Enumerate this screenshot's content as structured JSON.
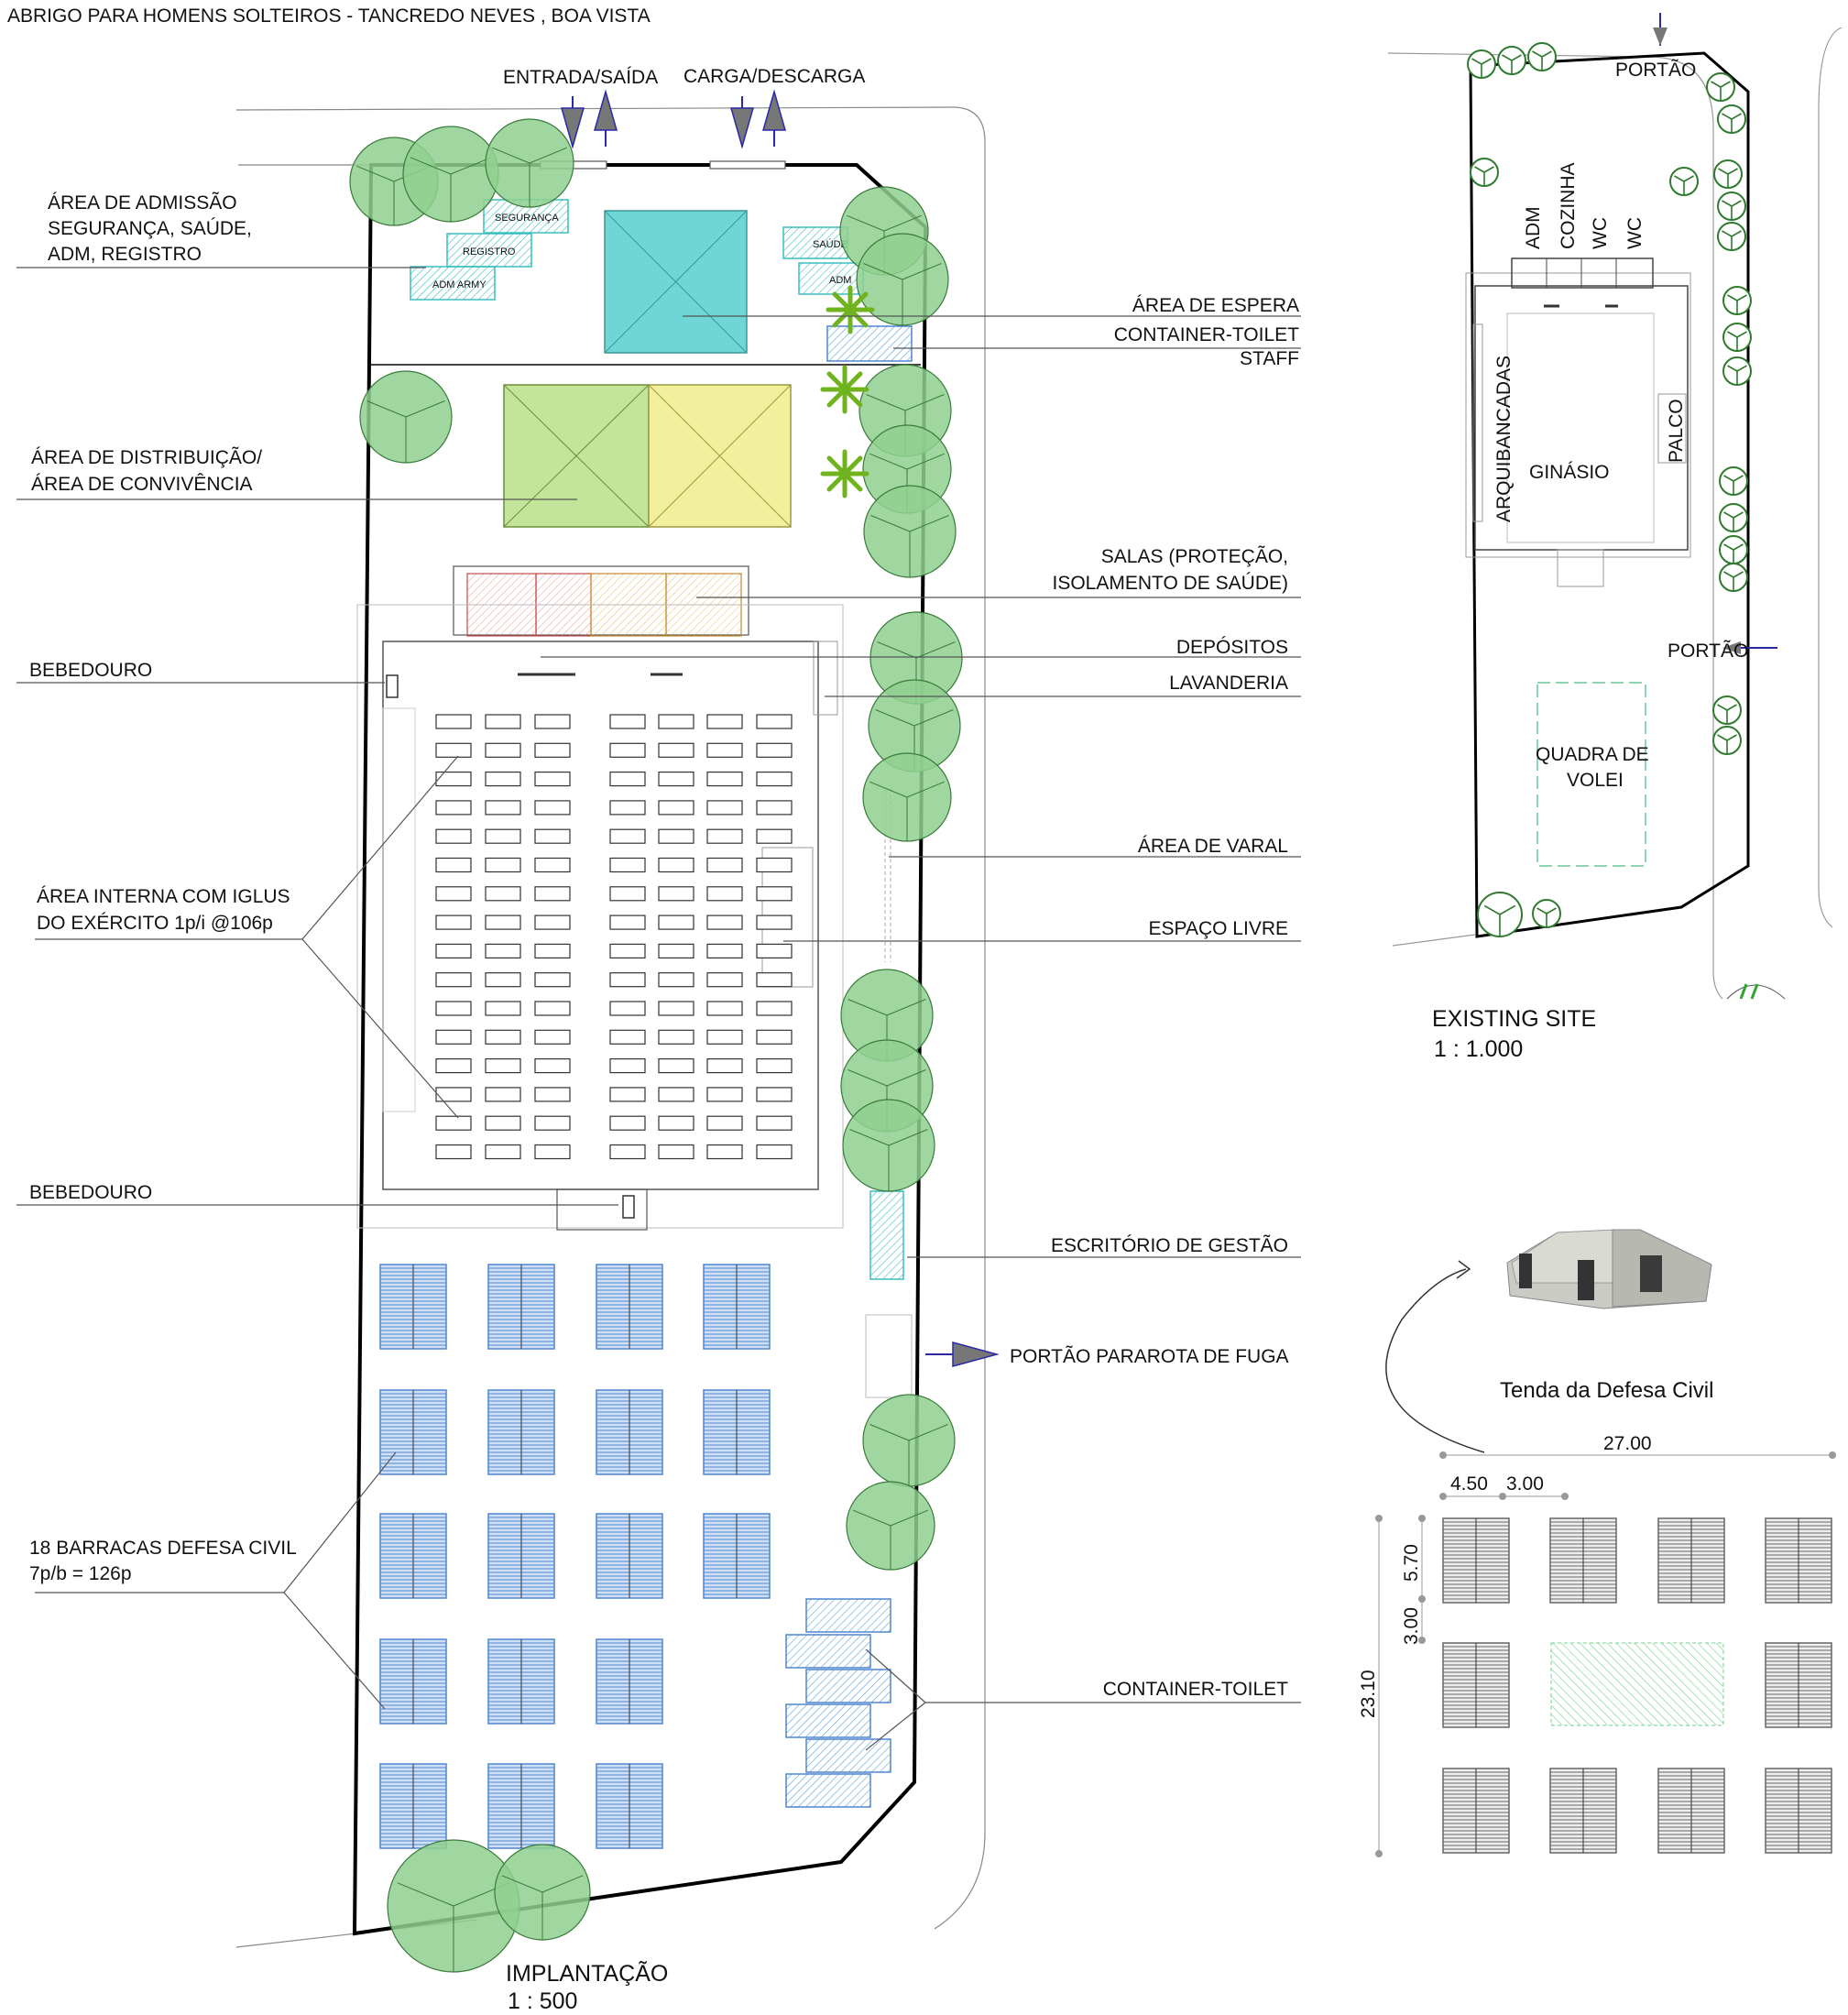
{
  "title": "ABRIGO PARA HOMENS SOLTEIROS - TANCREDO NEVES , BOA VISTA",
  "implantacao": {
    "name": "IMPLANTAÇÃO",
    "scale": "1 :  500",
    "top_labels": {
      "entrada": "ENTRADA/SAÍDA",
      "carga": "CARGA/DESCARGA"
    },
    "inner_labels": {
      "seguranca": "SEGURANÇA",
      "registro": "REGISTRO",
      "adm_army": "ADM ARMY",
      "saude": "SAÚDE",
      "adm": "ADM"
    },
    "left_labels": {
      "admissao": [
        "ÁREA DE ADMISSÃO",
        "SEGURANÇA, SAÚDE,",
        "ADM, REGISTRO"
      ],
      "distribuicao": [
        "ÁREA DE DISTRIBUIÇÃO/",
        "ÁREA DE CONVIVÊNCIA"
      ],
      "bebedouro1": "BEBEDOURO",
      "interna": [
        "ÁREA INTERNA COM IGLUS",
        "DO EXÉRCITO 1p/i @106p"
      ],
      "bebedouro2": "BEBEDOURO",
      "barracas": [
        "18 BARRACAS DEFESA CIVIL",
        "7p/b = 126p"
      ]
    },
    "right_labels": {
      "espera": "ÁREA DE ESPERA",
      "toilet_staff": [
        "CONTAINER-TOILET",
        "STAFF"
      ],
      "salas": [
        "SALAS (PROTEÇÃO,",
        "ISOLAMENTO DE SAÚDE)"
      ],
      "depositos": "DEPÓSITOS",
      "lavanderia": "LAVANDERIA",
      "varal": "ÁREA DE VARAL",
      "espaco": "ESPAÇO LIVRE",
      "escritorio": "ESCRITÓRIO DE GESTÃO",
      "portao_fuga": "PORTÃO PARAROTA DE FUGA",
      "toilet": "CONTAINER-TOILET"
    }
  },
  "existing_site": {
    "name": "EXISTING SITE",
    "scale": "1 :  1.000",
    "labels": {
      "portao_top": "PORTÃO",
      "portao_right": "PORTÃO",
      "adm": "ADM",
      "cozinha": "COZINHA",
      "wc1": "WC",
      "wc2": "WC",
      "arquibancadas": "ARQUIBANCADAS",
      "ginasio": "GINÁSIO",
      "palco": "PALCO",
      "quadra": [
        "QUADRA DE",
        "VOLEI"
      ]
    }
  },
  "tenda": {
    "caption": "Tenda da Defesa Civil",
    "dims": {
      "width_total": "27.00",
      "tent_w": "4.50",
      "gap": "3.00",
      "height_total": "23.10",
      "gap_v": "3.00",
      "tent_h": "5.70"
    }
  },
  "colors": {
    "tree": "#7cc47c",
    "teal": "#5fd3d3",
    "green_area": "#c3e59a",
    "yellow_area": "#f3f09d",
    "red_room": "#f3b7b7",
    "orange_room": "#f6d9a8",
    "blue_tent": "#4f86cf",
    "gray_tent": "#9a9a9a",
    "arrow": "#707070",
    "gate_blue": "#2a2aa8"
  }
}
